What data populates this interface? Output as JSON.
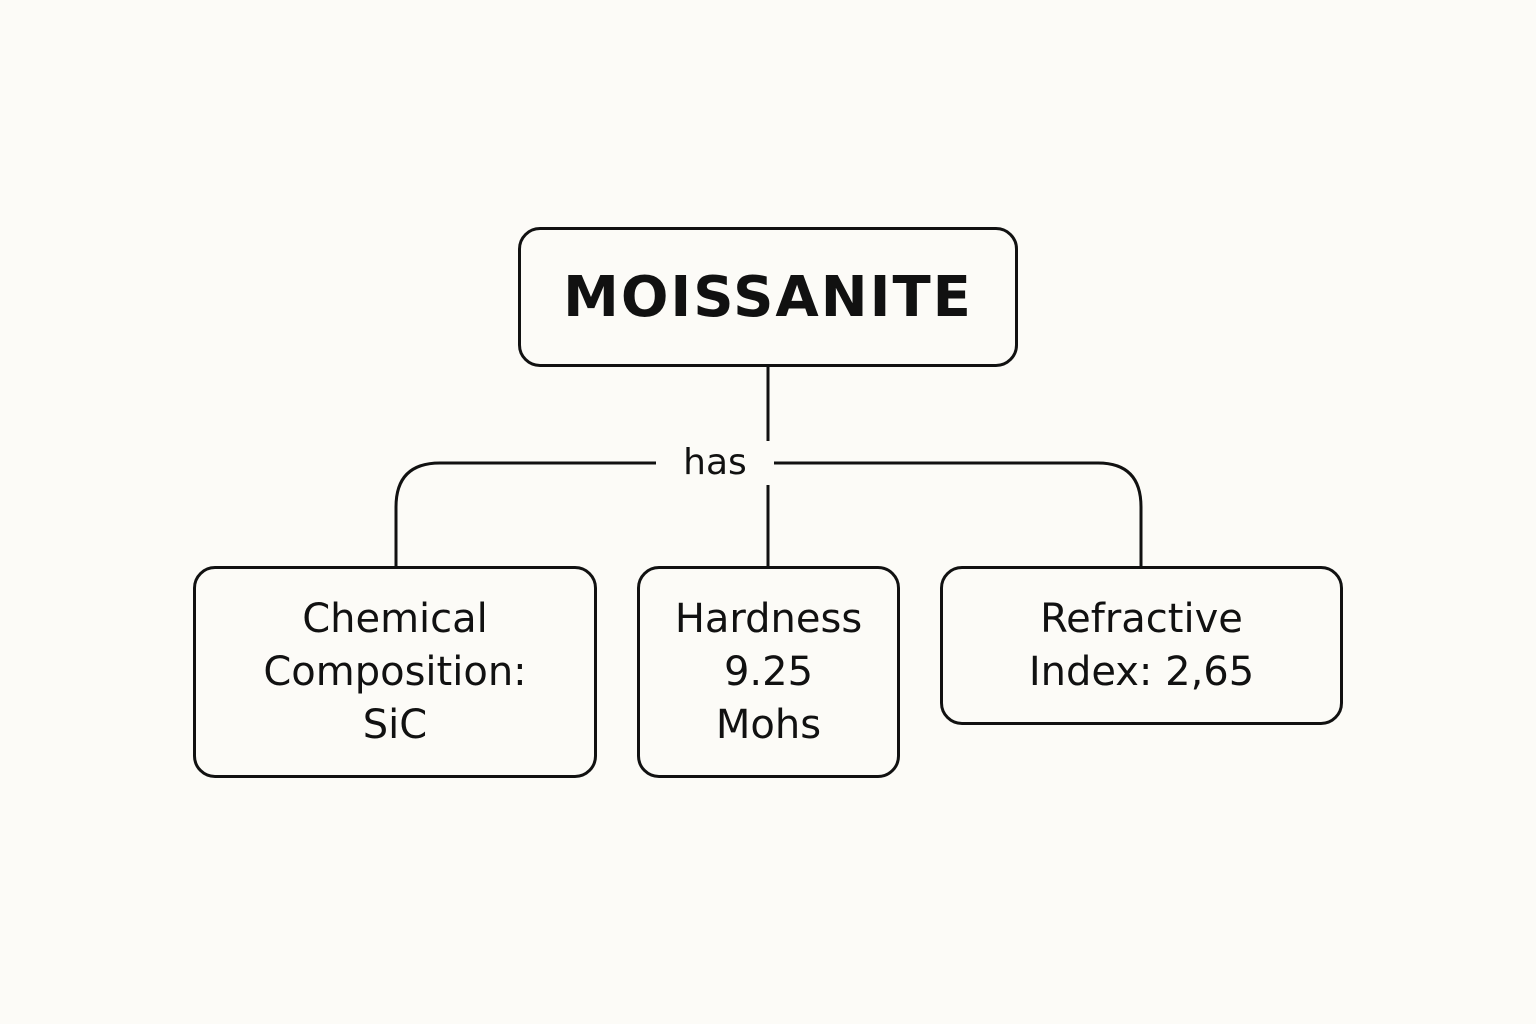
{
  "diagram": {
    "root": {
      "label": "MOISSANITE"
    },
    "edge_label": "has",
    "children": [
      {
        "lines": [
          "Chemical",
          "Composition:",
          "SiC"
        ]
      },
      {
        "lines": [
          "Hardness",
          "9.25",
          "Mohs"
        ]
      },
      {
        "lines": [
          "Refractive",
          "Index: 2,65"
        ]
      }
    ],
    "colors": {
      "background": "#fcfbf7",
      "stroke": "#111111"
    }
  }
}
